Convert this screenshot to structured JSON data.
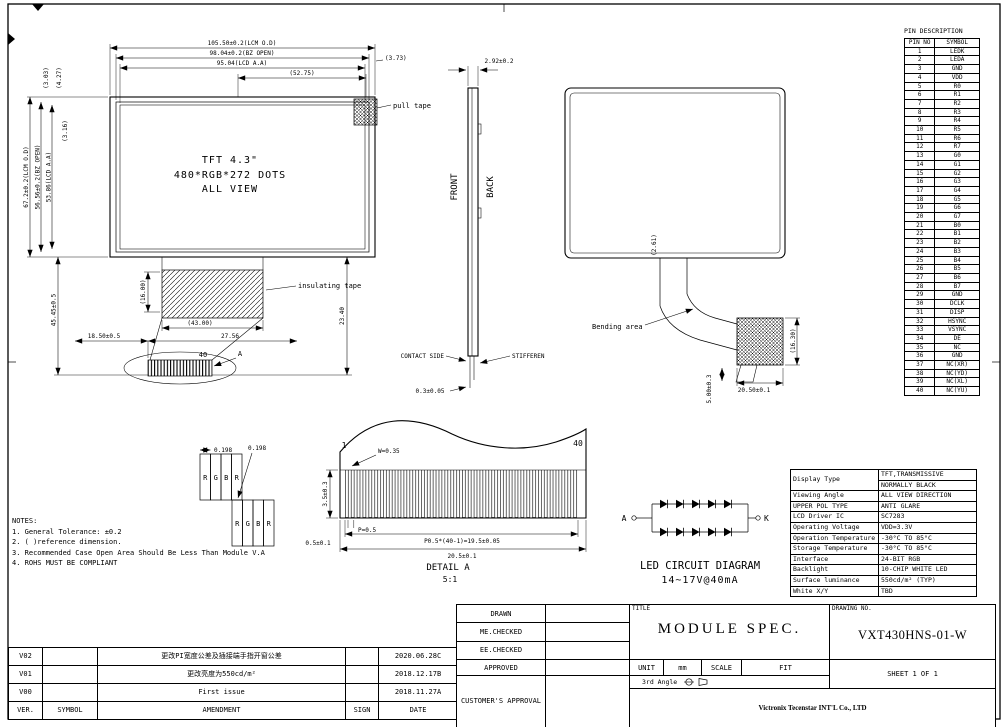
{
  "pin_table": {
    "title": "PIN DESCRIPTION",
    "headers": [
      "PIN NO",
      "SYMBOL"
    ],
    "rows": [
      [
        "1",
        "LEDK"
      ],
      [
        "2",
        "LEDA"
      ],
      [
        "3",
        "GND"
      ],
      [
        "4",
        "VDD"
      ],
      [
        "5",
        "R0"
      ],
      [
        "6",
        "R1"
      ],
      [
        "7",
        "R2"
      ],
      [
        "8",
        "R3"
      ],
      [
        "9",
        "R4"
      ],
      [
        "10",
        "R5"
      ],
      [
        "11",
        "R6"
      ],
      [
        "12",
        "R7"
      ],
      [
        "13",
        "G0"
      ],
      [
        "14",
        "G1"
      ],
      [
        "15",
        "G2"
      ],
      [
        "16",
        "G3"
      ],
      [
        "17",
        "G4"
      ],
      [
        "18",
        "G5"
      ],
      [
        "19",
        "G6"
      ],
      [
        "20",
        "G7"
      ],
      [
        "21",
        "B0"
      ],
      [
        "22",
        "B1"
      ],
      [
        "23",
        "B2"
      ],
      [
        "24",
        "B3"
      ],
      [
        "25",
        "B4"
      ],
      [
        "26",
        "B5"
      ],
      [
        "27",
        "B6"
      ],
      [
        "28",
        "B7"
      ],
      [
        "29",
        "GND"
      ],
      [
        "30",
        "DCLK"
      ],
      [
        "31",
        "DISP"
      ],
      [
        "32",
        "HSYNC"
      ],
      [
        "33",
        "VSYNC"
      ],
      [
        "34",
        "DE"
      ],
      [
        "35",
        "NC"
      ],
      [
        "36",
        "GND"
      ],
      [
        "37",
        "NC(XR)"
      ],
      [
        "38",
        "NC(YD)"
      ],
      [
        "39",
        "NC(XL)"
      ],
      [
        "40",
        "NC(YU)"
      ]
    ]
  },
  "front_view": {
    "dim_w_lcm": "105.50±0.2(LCM O.D)",
    "dim_w_bz": "98.04±0.2(BZ OPEN)",
    "dim_w_aa": "95.04(LCD A.A)",
    "dim_5275": "(52.75)",
    "dim_373": "(3.73)",
    "dim_303": "(3.03)",
    "dim_427": "(4.27)",
    "dim_316": "(3.16)",
    "dim_h_lcm": "67.2±0.2(LCM O.D)",
    "dim_h_bz": "56.56±0.2(BZ OPEN)",
    "dim_h_aa": "53.86(LCD A.A)",
    "label_line1": "TFT 4.3\"",
    "label_line2": "480*RGB*272 DOTS",
    "label_line3": "ALL VIEW",
    "pull_tape": "pull tape",
    "insulating_tape": "insulating tape",
    "dim_1600": "(16.00)",
    "dim_4545": "45.45±0.5",
    "dim_1850": "18.50±0.5",
    "dim_4300": "(43.00)",
    "dim_2756": "27.56",
    "dim_2340": "23.40",
    "pin40_label": "40",
    "detail_ref": "A"
  },
  "side_view": {
    "dim_thickness": "2.92±0.2",
    "front_label": "FRONT",
    "back_label": "BACK",
    "contact_side": "CONTACT SIDE",
    "stiffener": "STIFFEREN",
    "dim_03": "0.3±0.05"
  },
  "back_view": {
    "dim_261": "(2.61)",
    "bending_area": "Bending area",
    "dim_1630": "(16.30)",
    "dim_500": "5.00±0.3",
    "dim_2050": "20.50±0.1"
  },
  "detail_a": {
    "pin1": "1",
    "pin40": "40",
    "dim_w": "W=0.35",
    "dim_35": "3.5±0.3",
    "dim_p": "P=0.5",
    "dim_05": "0.5±0.1",
    "dim_pitch": "P0.5*(40-1)=19.5±0.05",
    "dim_205": "20.5±0.1",
    "title": "DETAIL A",
    "scale": "5:1"
  },
  "pixel_detail": {
    "dim": "0.198",
    "cells": [
      "R",
      "G",
      "B",
      "R"
    ]
  },
  "led_circuit": {
    "anode": "A",
    "cathode": "K",
    "title": "LED CIRCUIT DIAGRAM",
    "subtitle": "14~17V@40mA"
  },
  "spec_table": {
    "rows": [
      {
        "label": "Display Type",
        "values": [
          "TFT,TRANSMISSIVE",
          "NORMALLY BLACK"
        ]
      },
      {
        "label": "Viewing Angle",
        "values": [
          "ALL VIEW DIRECTION"
        ]
      },
      {
        "label": "UPPER POL TYPE",
        "values": [
          "ANTI GLARE"
        ]
      },
      {
        "label": "LCD Driver IC",
        "values": [
          "SC7283"
        ]
      },
      {
        "label": "Operating Voltage",
        "values": [
          "VDD=3.3V"
        ]
      },
      {
        "label": "Operation Temperature",
        "values": [
          "-30°C TO 85°C"
        ]
      },
      {
        "label": "Storage Temperature",
        "values": [
          "-30°C TO 85°C"
        ]
      },
      {
        "label": "Interface",
        "values": [
          "24-BIT RGB"
        ]
      },
      {
        "label": "Backlight",
        "values": [
          "10-CHIP WHITE LED"
        ]
      },
      {
        "label": "Surface luminance",
        "values": [
          "550cd/m² (TYP)"
        ]
      },
      {
        "label": "White X/Y",
        "values": [
          "TBD"
        ]
      }
    ]
  },
  "notes": {
    "title": "NOTES:",
    "items": [
      "1. General Tolerance: ±0.2",
      "2. (  )reference dimension.",
      "3. Recommended Case Open Area Should Be Less Than Module V.A",
      "4. ROHS  MUST  BE  COMPLIANT"
    ]
  },
  "revision_table": {
    "rows": [
      [
        "V02",
        "",
        "更改PI宽度公差及插接端手指开窗公差",
        "",
        "2020.06.28C"
      ],
      [
        "V01",
        "",
        "更改亮度为550cd/m²",
        "",
        "2018.12.17B"
      ],
      [
        "V00",
        "",
        "First issue",
        "",
        "2018.11.27A"
      ],
      [
        "VER.",
        "SYMBOL",
        "AMENDMENT",
        "SIGN",
        "DATE"
      ]
    ]
  },
  "title_block": {
    "sig_labels": [
      "DRAWN",
      "ME.CHECKED",
      "EE.CHECKED",
      "APPROVED"
    ],
    "customer_label": "CUSTOMER'S APPROVAL",
    "title_label": "TITLE",
    "title": "MODULE SPEC.",
    "drawing_no_label": "DRAWING NO.",
    "drawing_no": "VXT430HNS-01-W",
    "unit_label": "UNIT",
    "unit_value": "mm",
    "scale_label": "SCALE",
    "fit_label": "FIT",
    "angle_label": "3rd Angle",
    "sheet_label": "SHEET 1 OF 1",
    "company": "Victronix Tecenstar INT'L Co., LTD"
  }
}
